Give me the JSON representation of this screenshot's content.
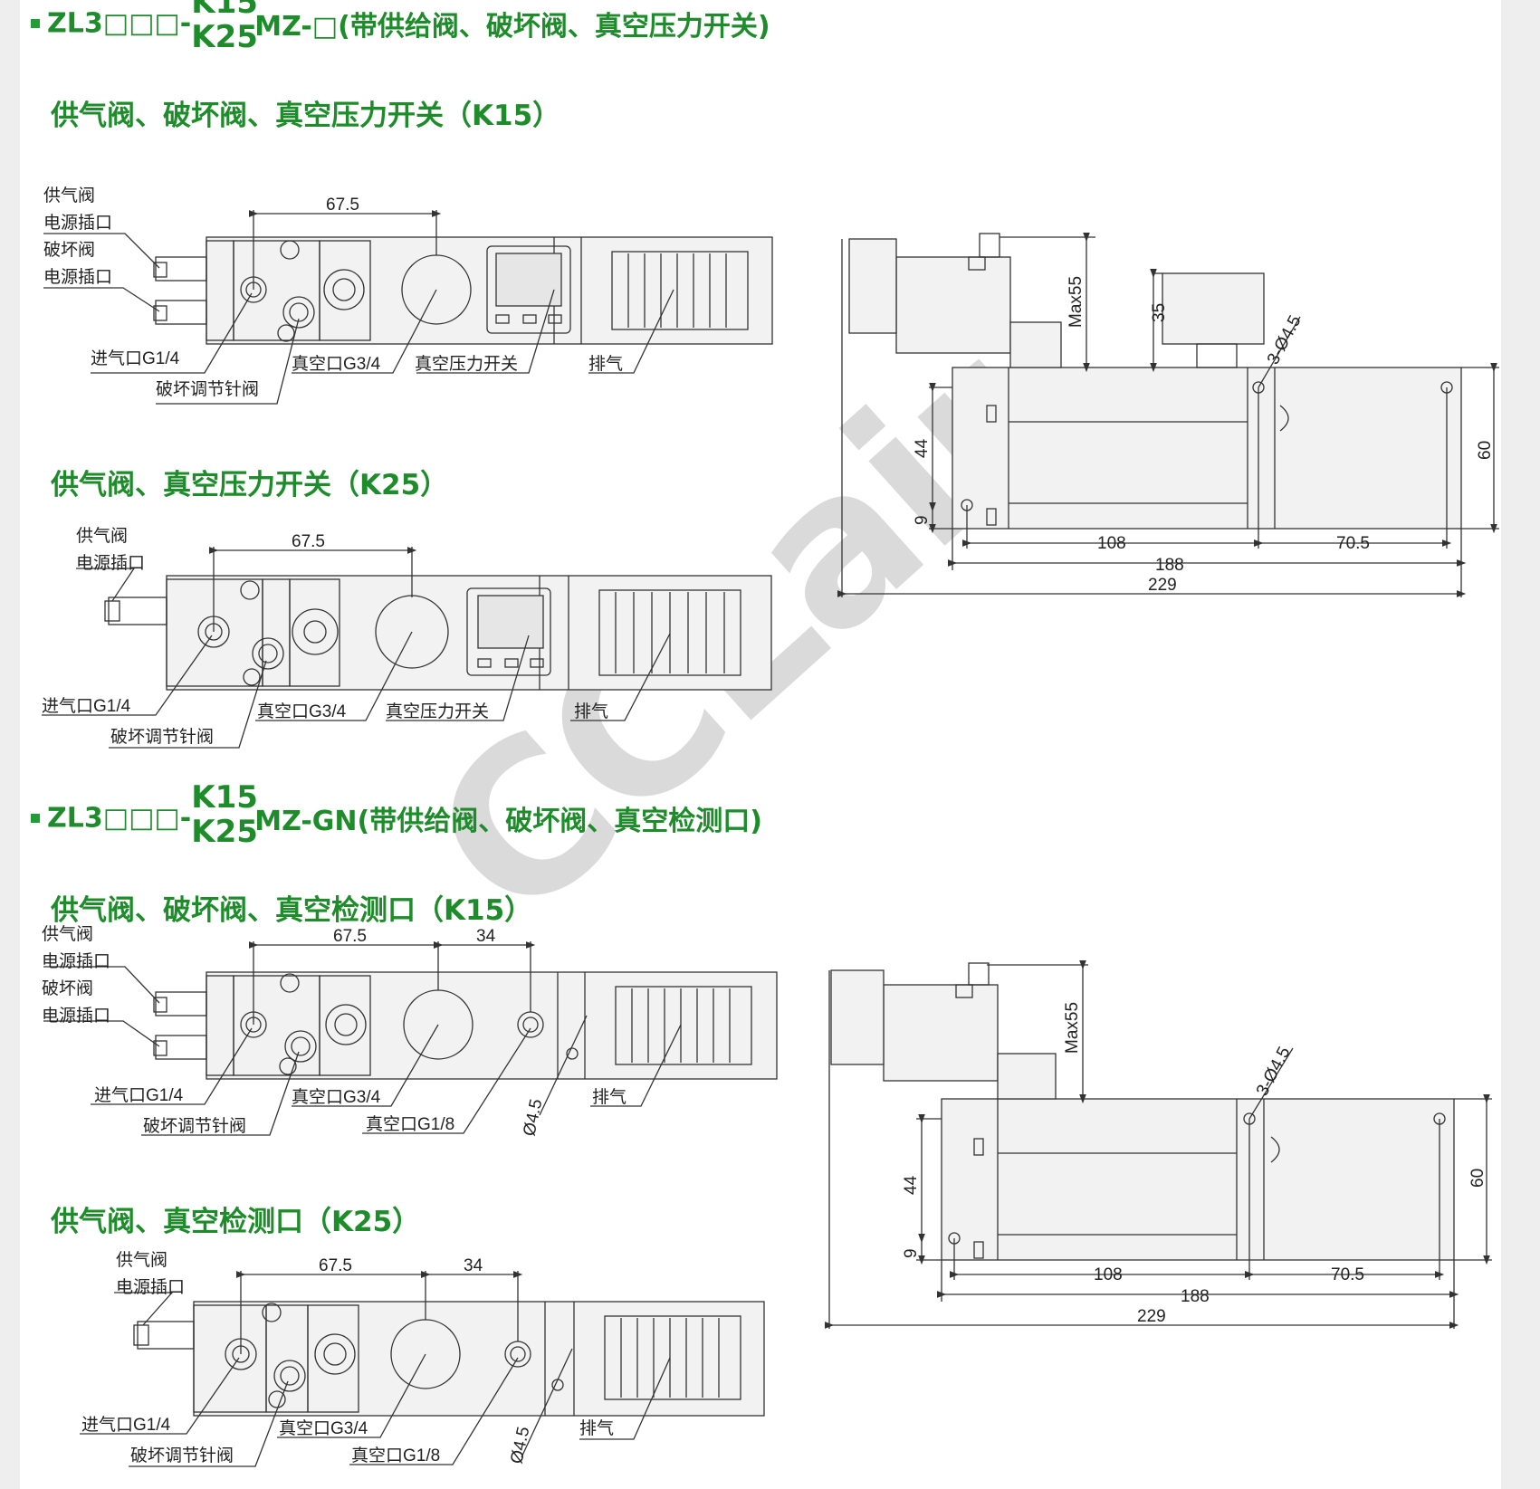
{
  "sections": [
    {
      "prefix": "ZL3□□□-",
      "variant_top": "K15",
      "variant_bottom": "K25",
      "suffix": "MZ-□(带供给阀、破坏阀、真空压力开关)"
    },
    {
      "prefix": "ZL3□□□-",
      "variant_top": "K15",
      "variant_bottom": "K25",
      "suffix": "MZ-GN(带供给阀、破坏阀、真空检测口)"
    }
  ],
  "subsections": [
    "供气阀、破坏阀、真空压力开关（K15）",
    "供气阀、真空压力开关（K25）",
    "供气阀、破坏阀、真空检测口（K15）",
    "供气阀、真空检测口（K25）"
  ],
  "labels": {
    "supply_valve": "供气阀",
    "power_socket": "电源插口",
    "break_valve": "破坏阀",
    "air_inlet": "进气口G1/4",
    "break_needle_valve": "破坏调节针阀",
    "vacuum_port_main": "真空口G3/4",
    "pressure_switch": "真空压力开关",
    "exhaust": "排气",
    "vacuum_port_small": "真空口G1/8",
    "hole_dia": "Ø4.5",
    "holes": "3-Ø4.5",
    "max_height": "Max55"
  },
  "dimensions": {
    "pitch_a": "67.5",
    "pitch_b": "34",
    "len_108": "108",
    "len_70_5": "70.5",
    "len_188": "188",
    "len_229": "229",
    "h_44": "44",
    "h_9": "9",
    "h_60": "60",
    "h_35": "35"
  },
  "watermark": "CCLair"
}
